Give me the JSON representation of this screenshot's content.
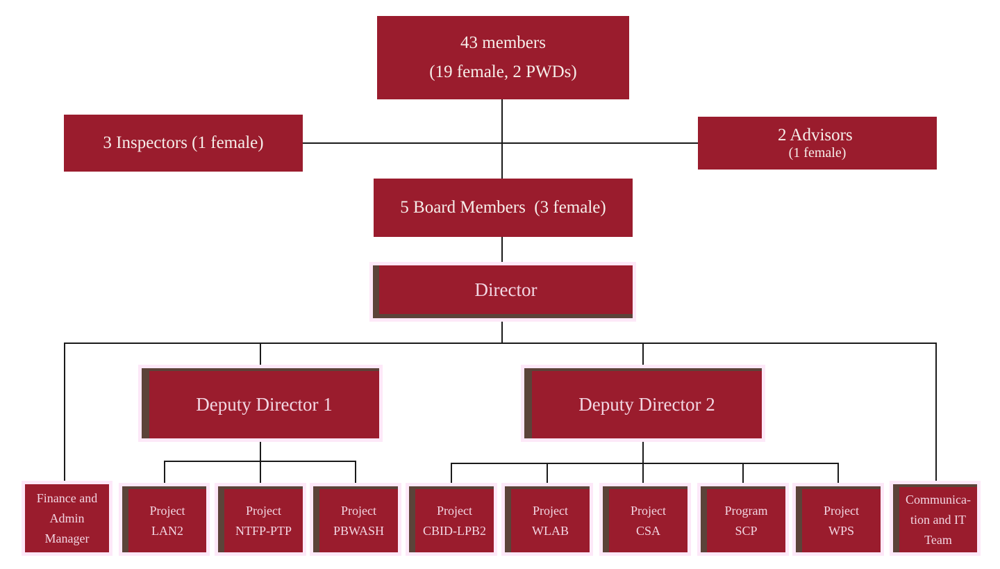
{
  "palette": {
    "box_fill": "#9A1C2D",
    "shadow_edge_brown": "#5B4339",
    "halo_pink": "#FDE8F8",
    "text_light": "#F6EEEA",
    "text_pink": "#F2D6E2",
    "connector_line": "#1A1A1A",
    "background": "#FFFFFF"
  },
  "nodes": {
    "members": {
      "line1": "43 members",
      "line2": "(19 female, 2 PWDs)"
    },
    "inspectors": {
      "label": "3 Inspectors (1 female)"
    },
    "advisors": {
      "label_main": "2 Advisors ",
      "label_small": "(1 female)"
    },
    "board": {
      "label": "5 Board Members  (3 female)"
    },
    "director": {
      "label": "Director"
    },
    "deputy1": {
      "label": "Deputy Director 1"
    },
    "deputy2": {
      "label": "Deputy Director 2"
    },
    "finance": {
      "line1": "Finance and",
      "line2": "Admin",
      "line3": "Manager"
    },
    "lan2": {
      "line1": "Project",
      "line2": "LAN2"
    },
    "ntfp": {
      "line1": "Project",
      "line2": "NTFP-PTP"
    },
    "pbwash": {
      "line1": "Project",
      "line2": "PBWASH"
    },
    "cbid": {
      "line1": "Project",
      "line2": "CBID-LPB2"
    },
    "wlab": {
      "line1": "Project",
      "line2": "WLAB"
    },
    "csa": {
      "line1": "Project",
      "line2": "CSA"
    },
    "scp": {
      "line1": "Program",
      "line2": "SCP"
    },
    "wps": {
      "line1": "Project",
      "line2": "WPS"
    },
    "comm": {
      "line1": "Communica-",
      "line2": "tion and IT",
      "line3": "Team"
    }
  }
}
